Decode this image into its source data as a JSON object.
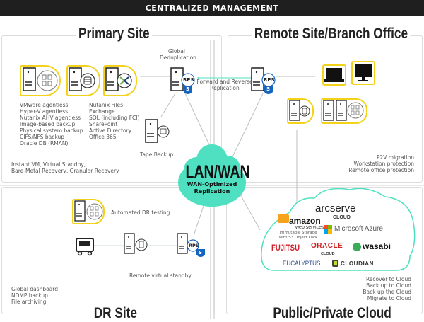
{
  "header": {
    "title": "CENTRALIZED MANAGEMENT"
  },
  "colors": {
    "accent_teal": "#4fe0c1",
    "highlight_yellow": "#f2d21b",
    "rps_blue": "#1565c0",
    "dark": "#1f1f1f"
  },
  "primary_site": {
    "title": "Primary Site",
    "global_dedup": [
      "Global",
      "Deduplication"
    ],
    "workloads_left": [
      "VMware agentless",
      "Hyper-V agentless",
      "Nutanix AHV agentless",
      "Image-based backup",
      "Physical system backup",
      "CIFS/NFS backup",
      "Oracle DB (RMAN)"
    ],
    "workloads_right": [
      "Nutanix Files",
      "Exchange",
      "SQL (including FCI)",
      "SharePoint",
      "Active Directory",
      "Office 365"
    ],
    "recovery": [
      "Instant VM, Virtual Standby,",
      "Bare-Metal Recovery, Granular Recovery"
    ],
    "tape_backup": "Tape Backup",
    "rps_label": "RPS",
    "shield_label": "S"
  },
  "replication_label": [
    "Forward and Reverse",
    "Replication"
  ],
  "remote_site": {
    "title": "Remote Site/Branch Office",
    "features": [
      "P2V migration",
      "Workstation protection",
      "Remote office protection"
    ],
    "rps_label": "RPS",
    "shield_label": "S"
  },
  "hub": {
    "title": "LAN/WAN",
    "subtitle": [
      "WAN-Optimized",
      "Replication"
    ]
  },
  "dr_site": {
    "title": "DR Site",
    "automated_dr": "Automated DR testing",
    "remote_standby": "Remote virtual standby",
    "features": [
      "Global dashboard",
      "NDMP backup",
      "File archiving"
    ],
    "rps_label": "RPS",
    "shield_label": "S"
  },
  "cloud": {
    "title": "Public/Private Cloud",
    "providers": {
      "arcserve": "arcserve",
      "arcserve_sub": "CLOUD",
      "amazon": "amazon",
      "amazon_sub": "web services",
      "amazon_note": [
        "Immutable Storage",
        "with S3 Object Lock"
      ],
      "azure": "Microsoft Azure",
      "fujitsu": "FUJITSU",
      "oracle": "ORACLE",
      "oracle_sub": "CLOUD",
      "wasabi": "wasabi",
      "eucalyptus": "EUCALYPTUS",
      "cloudian": "CLOUDIAN"
    },
    "features": [
      "Recover to Cloud",
      "Back up to Cloud",
      "Back up the Cloud",
      "Migrate to Cloud"
    ]
  }
}
